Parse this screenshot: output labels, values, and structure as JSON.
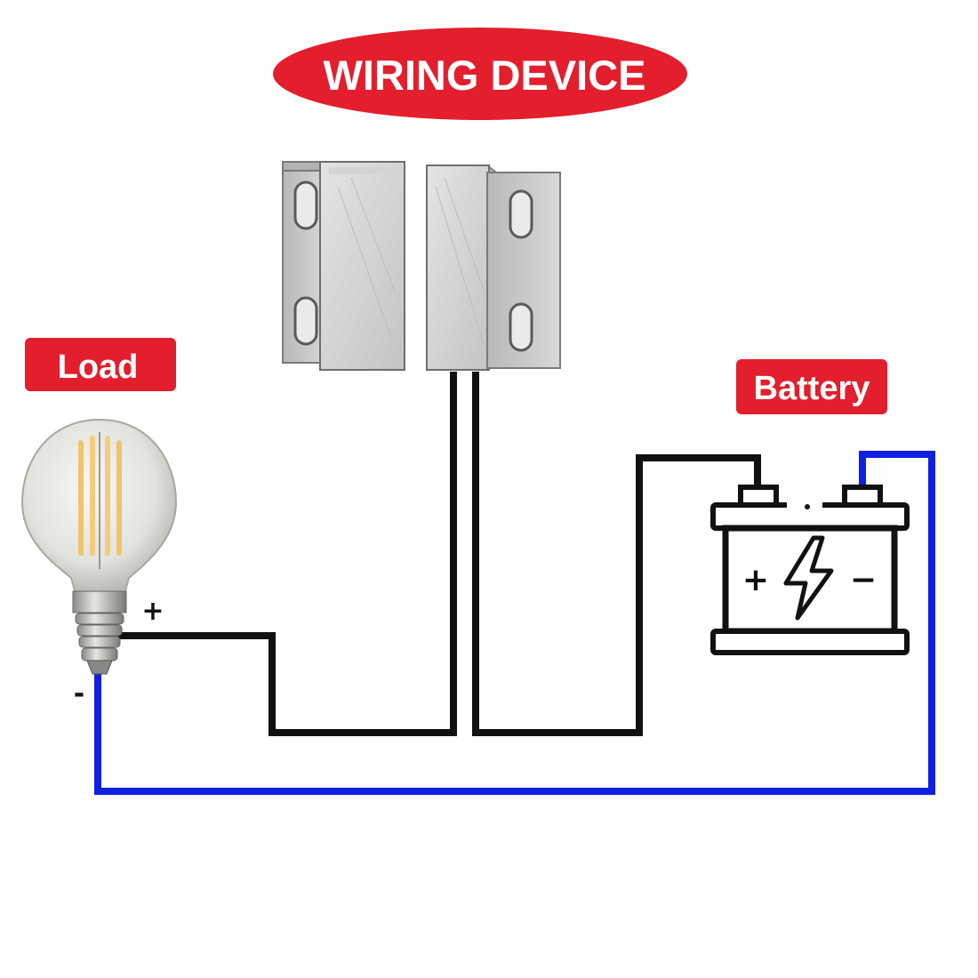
{
  "title": "WIRING DEVICE",
  "load": {
    "label": "Load",
    "plus_sign": "+",
    "minus_sign": "-"
  },
  "battery": {
    "label": "Battery",
    "plus_sign": "+",
    "minus_sign": "−"
  },
  "colors": {
    "accent_red": "#e31e2d",
    "wire_black": "#111111",
    "wire_blue": "#1020e0",
    "switch_gray": "#c9c9c9"
  },
  "icons": {
    "bulb": "light-bulb-icon",
    "battery": "battery-icon",
    "bolt": "lightning-bolt-icon",
    "switch": "magnetic-reed-switch-icon"
  }
}
